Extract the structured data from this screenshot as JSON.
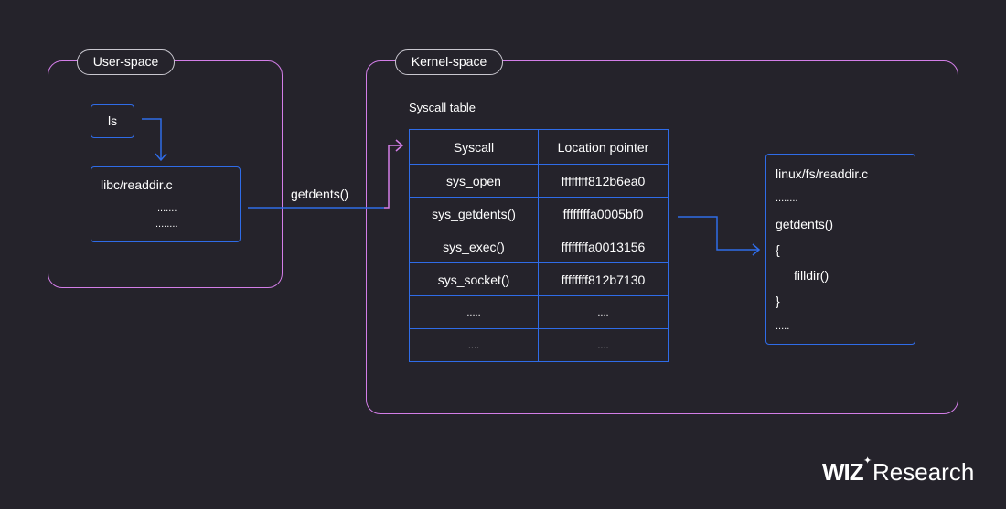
{
  "regions": {
    "user_space": {
      "label": "User-space"
    },
    "kernel_space": {
      "label": "Kernel-space"
    }
  },
  "user": {
    "ls_label": "ls",
    "libc": {
      "title": "libc/readdir.c",
      "line1": ".......",
      "line2": "........"
    },
    "call_label": "getdents()"
  },
  "syscall_table": {
    "title": "Syscall table",
    "headers": [
      "Syscall",
      "Location pointer"
    ],
    "rows": [
      [
        "sys_open",
        "ffffffff812b6ea0"
      ],
      [
        "sys_getdents()",
        "ffffffffa0005bf0"
      ],
      [
        "sys_exec()",
        "ffffffffa0013156"
      ],
      [
        "sys_socket()",
        "ffffffff812b7130"
      ],
      [
        ".....",
        "...."
      ],
      [
        "....",
        "...."
      ]
    ]
  },
  "kernel_code": {
    "lines": [
      "linux/fs/readdir.c",
      "........",
      "getdents()",
      "{",
      "filldir()",
      "}",
      "....."
    ]
  },
  "brand": {
    "wiz": "WIZ",
    "star": "✦",
    "research": "Research"
  },
  "colors": {
    "background": "#25232b",
    "region_border": "#d37ee8",
    "box_border": "#2f6ce8",
    "pill_border": "#c9c7cf"
  }
}
